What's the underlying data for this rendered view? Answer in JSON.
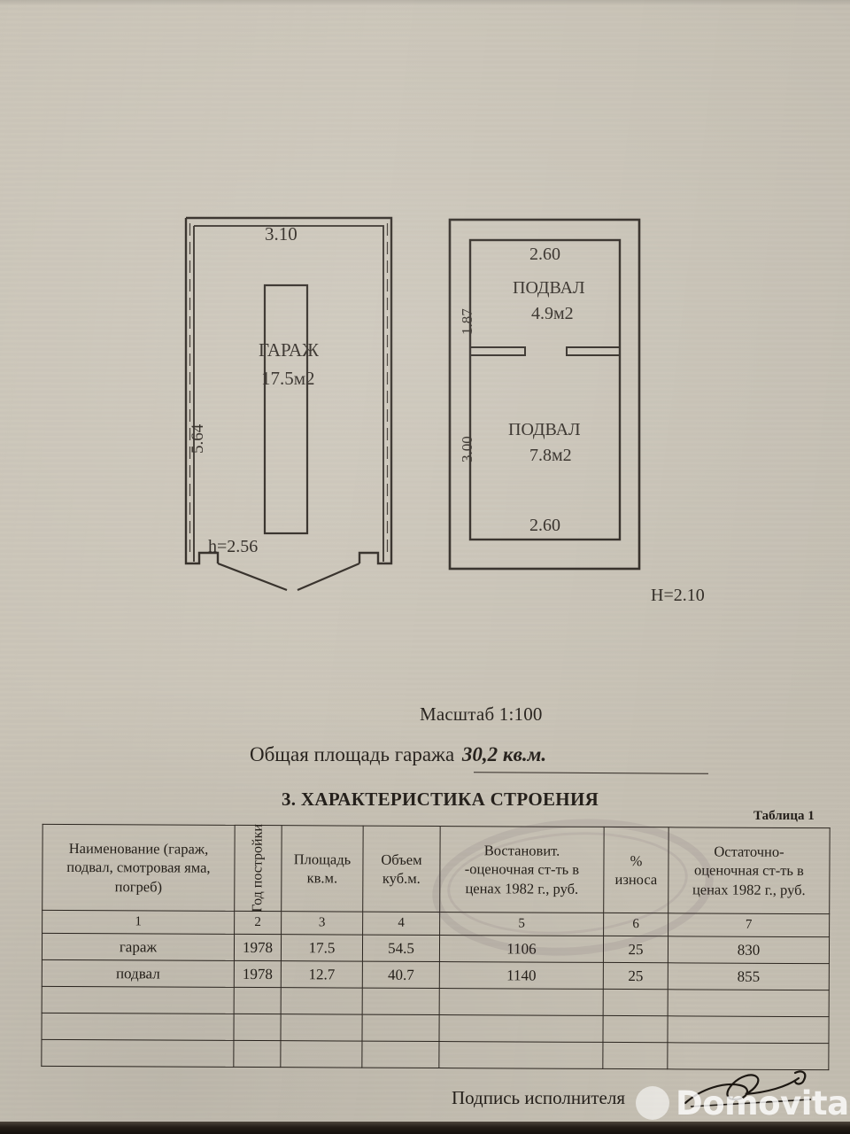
{
  "document": {
    "scale_note": "Масштаб 1:100",
    "total_area_label": "Общая площадь гаража",
    "total_area_value": "30,2 кв.м.",
    "section_title": "3. ХАРАКТЕРИСТИКА СТРОЕНИЯ",
    "table_caption": "Таблица 1",
    "signature_label": "Подпись исполнителя"
  },
  "plans": {
    "garage": {
      "room_name": "ГАРАЖ",
      "room_area": "17.5м2",
      "dim_top": "3.10",
      "dim_left": "5.64",
      "height_note": "h=2.56"
    },
    "basement": {
      "upper_room_name": "ПОДВАЛ",
      "upper_room_area": "4.9м2",
      "lower_room_name": "ПОДВАЛ",
      "lower_room_area": "7.8м2",
      "dim_top": "2.60",
      "dim_bottom": "2.60",
      "dim_left_upper": "1.87",
      "dim_left_lower": "3.00",
      "height_note": "H=2.10"
    }
  },
  "table": {
    "headers": [
      "Наименование (гараж, подвал, смотровая яма, погреб)",
      "Год постройки",
      "Площадь кв.м.",
      "Объем куб.м.",
      "Востановит. -оценочная ст-ть в ценах 1982 г., руб.",
      "% износа",
      "Остаточно- оценочная ст-ть в ценах 1982 г., руб."
    ],
    "header_lines": {
      "c1_l1": "Наименование (гараж,",
      "c1_l2": "подвал, смотровая яма,",
      "c1_l3": "погреб)",
      "c2_a": "Год",
      "c2_b": "постройки",
      "c3_l1": "Площадь",
      "c3_l2": "кв.м.",
      "c4_l1": "Объем",
      "c4_l2": "куб.м.",
      "c5_l1": "Востановит.",
      "c5_l2": "-оценочная ст-ть в",
      "c5_l3": "ценах 1982 г., руб.",
      "c6_l1": "%",
      "c6_l2": "износа",
      "c7_l1": "Остаточно-",
      "c7_l2": "оценочная ст-ть в",
      "c7_l3": "ценах 1982 г., руб."
    },
    "column_numbers": [
      "1",
      "2",
      "3",
      "4",
      "5",
      "6",
      "7"
    ],
    "rows": [
      {
        "name": "гараж",
        "year": "1978",
        "area": "17.5",
        "volume": "54.5",
        "restore_cost": "1106",
        "wear_pct": "25",
        "residual_cost": "830"
      },
      {
        "name": "подвал",
        "year": "1978",
        "area": "12.7",
        "volume": "40.7",
        "restore_cost": "1140",
        "wear_pct": "25",
        "residual_cost": "855"
      }
    ],
    "empty_row_count": 3
  },
  "watermark": {
    "text": "Domovita"
  },
  "colors": {
    "paper": "#cbc5b8",
    "ink": "#241f1a",
    "line": "#2c2620",
    "watermark": "#ffffff"
  }
}
